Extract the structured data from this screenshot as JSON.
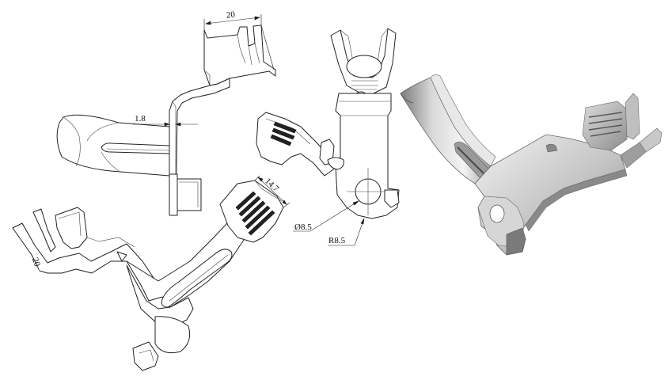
{
  "dimensions": {
    "width_top": "20",
    "thickness": "1.8",
    "crimp_width": "14.7",
    "hole_diameter": "Ø8.5",
    "radius": "R8.5"
  },
  "colors": {
    "line": "#222222",
    "render_light": "#e6e6e6",
    "render_mid": "#b4b4b4",
    "render_dark": "#6f6f6f"
  }
}
